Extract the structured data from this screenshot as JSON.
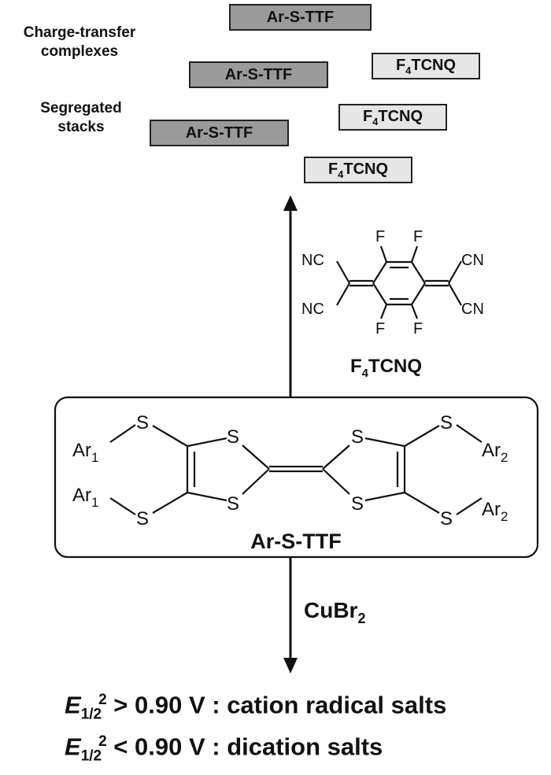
{
  "stack_labels": {
    "ct": "Charge-transfer\ncomplexes",
    "seg": "Segregated\nstacks"
  },
  "donor_box_label": "Ar-S-TTF",
  "acceptor_box_label": "F4TCNQ",
  "acceptor": {
    "name": "F4TCNQ",
    "atoms": {
      "F": "F",
      "NC": "NC",
      "CN": "CN"
    }
  },
  "donor": {
    "name": "Ar-S-TTF",
    "atoms": {
      "S": "S",
      "Ar1": "Ar",
      "Ar1_sub": "1",
      "Ar2": "Ar",
      "Ar2_sub": "2"
    }
  },
  "reagent": "CuBr2",
  "results": [
    {
      "symbol": "E",
      "sub": "1/2",
      "sup": "2",
      "condition": " > 0.90 V : cation radical salts"
    },
    {
      "symbol": "E",
      "sub": "1/2",
      "sup": "2",
      "condition": " < 0.90 V : dication salts"
    }
  ],
  "colors": {
    "donor_box": "#9a9a9a",
    "acceptor_box": "#e6e6e6",
    "line": "#111111"
  }
}
